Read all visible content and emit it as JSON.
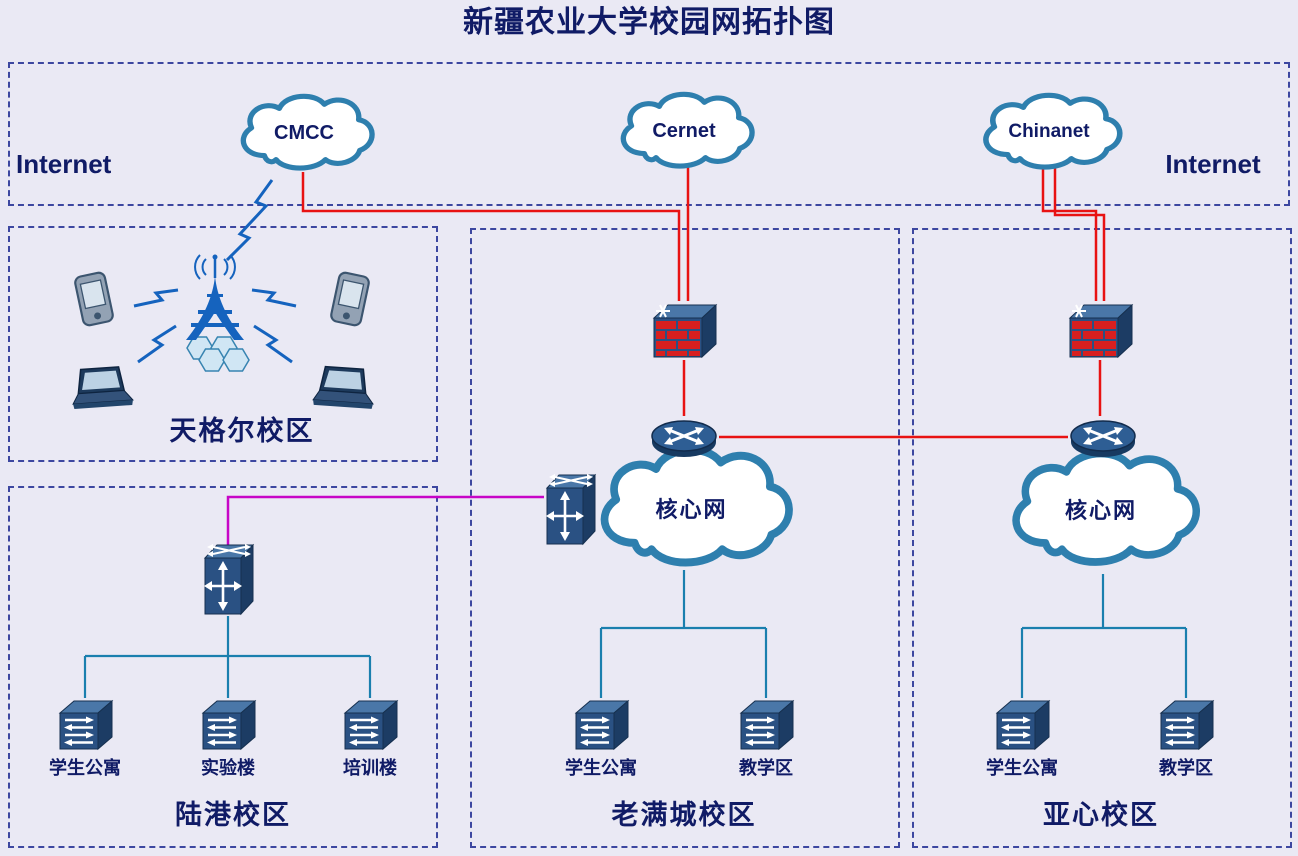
{
  "title": "新疆农业大学校园网拓扑图",
  "internet": {
    "label_left": "Internet",
    "label_right": "Internet",
    "clouds": [
      {
        "name": "CMCC"
      },
      {
        "name": "Cernet"
      },
      {
        "name": "Chinanet"
      }
    ]
  },
  "campuses": {
    "tianger": {
      "name": "天格尔校区"
    },
    "lugang": {
      "name": "陆港校区",
      "switch_labels": [
        "学生公寓",
        "实验楼",
        "培训楼"
      ]
    },
    "laomancheng": {
      "name": "老满城校区",
      "core_label": "核心网",
      "switch_labels": [
        "学生公寓",
        "教学区"
      ]
    },
    "yaxin": {
      "name": "亚心校区",
      "core_label": "核心网",
      "switch_labels": [
        "学生公寓",
        "教学区"
      ]
    }
  },
  "colors": {
    "isp_link": "#e81212",
    "campus_link": "#1a7fae",
    "inter_campus_link": "#c705c7",
    "cloud_stroke": "#2e7fae",
    "text": "#101b66",
    "device_body": "#2a5183",
    "firewall_brick": "#d81f1f"
  }
}
